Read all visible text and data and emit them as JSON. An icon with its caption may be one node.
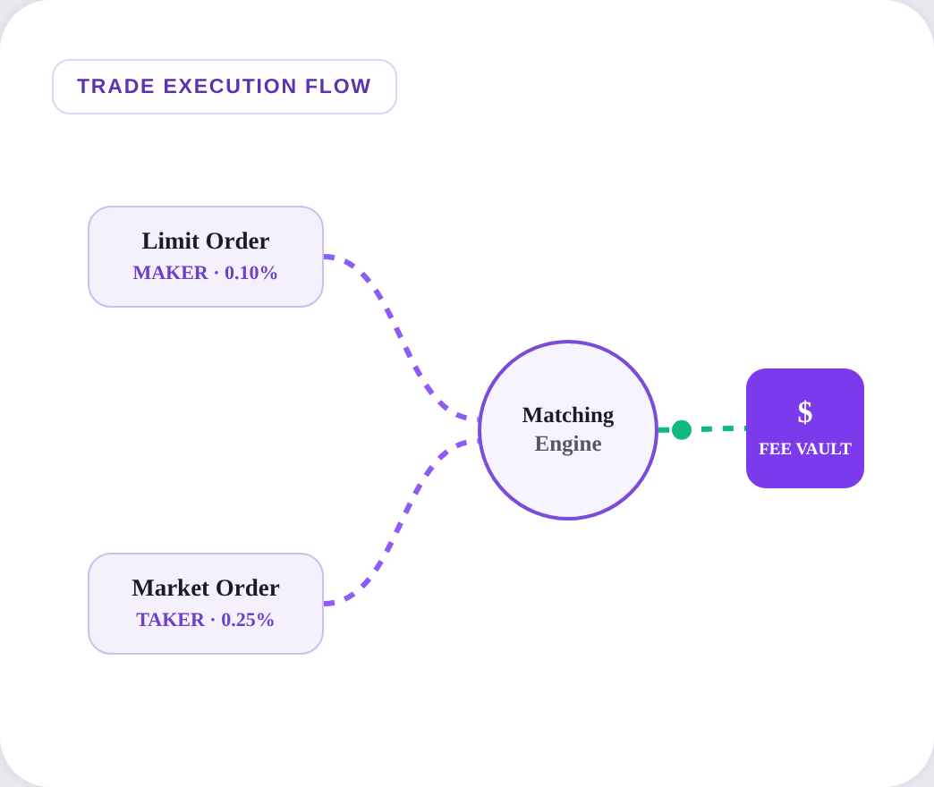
{
  "diagram": {
    "title": "TRADE EXECUTION FLOW",
    "nodes": [
      {
        "text": [
          "Limit Order",
          "MAKER · 0.10%"
        ]
      },
      {
        "text": [
          "Market Order",
          "TAKER · 0.25%"
        ]
      },
      {
        "text": [
          "Matching",
          "Engine"
        ]
      },
      {
        "text": [
          "$",
          "FEE VAULT"
        ]
      }
    ],
    "edges": [
      {
        "from": 0,
        "to": 2,
        "arrow": "none",
        "style": "dashed"
      },
      {
        "from": 1,
        "to": 2,
        "arrow": "none",
        "style": "dashed"
      },
      {
        "from": 2,
        "to": 3,
        "arrow": "other",
        "style": "dashed",
        "color": "#10b981"
      }
    ]
  }
}
